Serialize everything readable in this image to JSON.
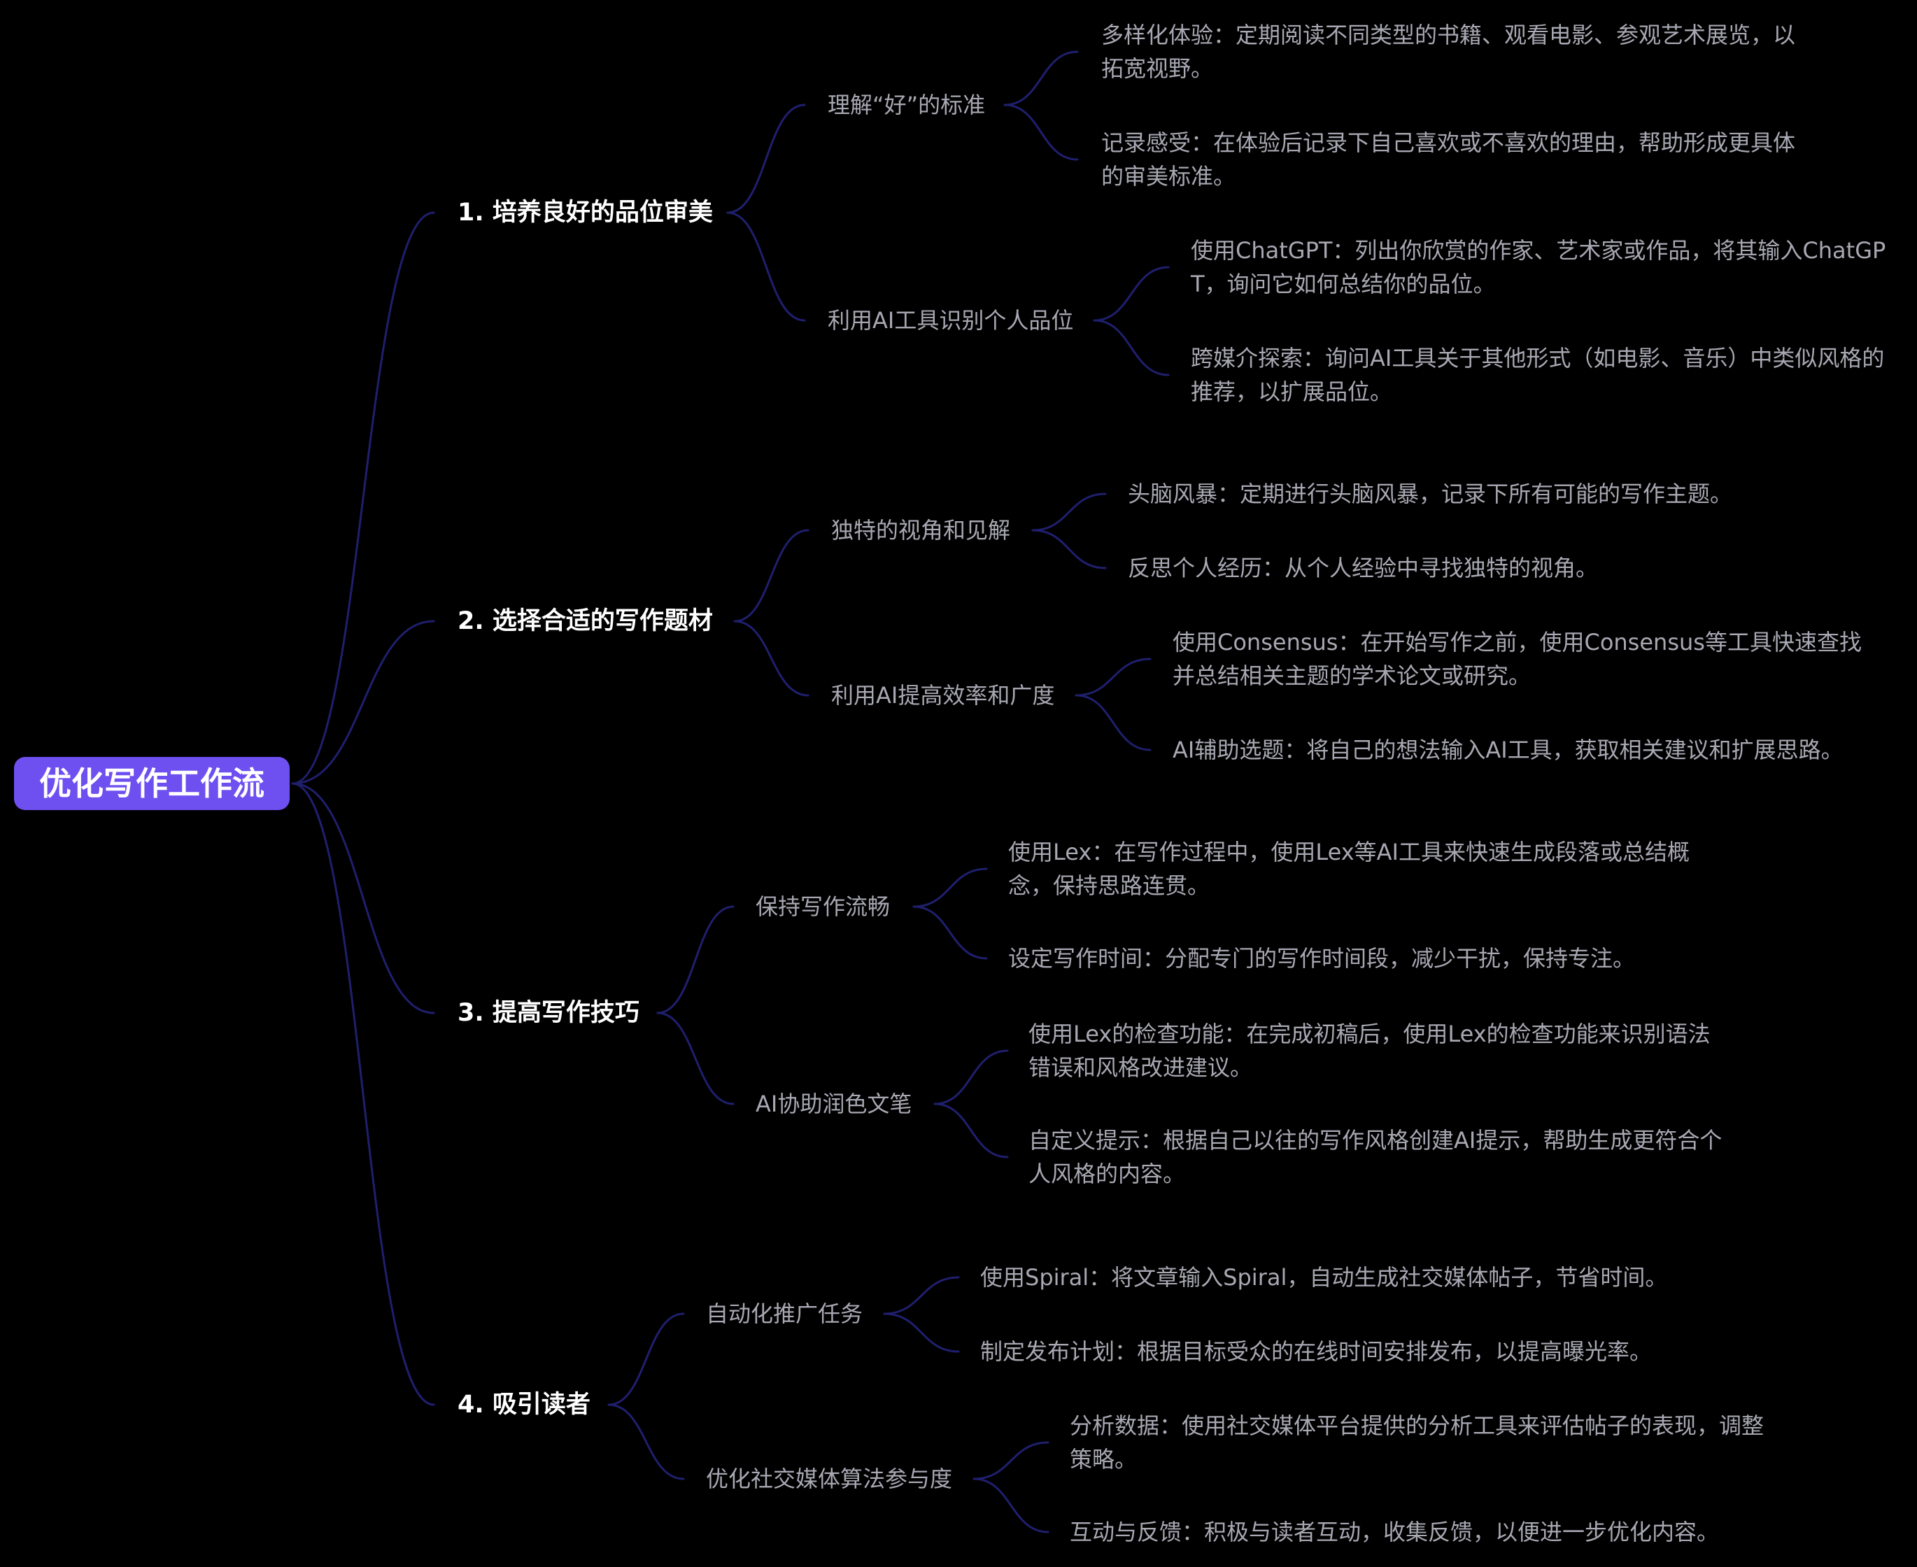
{
  "root": {
    "label": "优化写作工作流"
  },
  "branches": [
    {
      "label": "1. 培养良好的品位审美",
      "children": [
        {
          "label": "理解“好”的标准",
          "leaves": [
            {
              "lines": [
                "多样化体验：定期阅读不同类型的书籍、观看电影、参观艺术展览，以",
                "拓宽视野。"
              ]
            },
            {
              "lines": [
                "记录感受：在体验后记录下自己喜欢或不喜欢的理由，帮助形成更具体",
                "的审美标准。"
              ]
            }
          ]
        },
        {
          "label": "利用AI工具识别个人品位",
          "leaves": [
            {
              "lines": [
                "使用ChatGPT：列出你欣赏的作家、艺术家或作品，将其输入ChatGP",
                "T，询问它如何总结你的品位。"
              ]
            },
            {
              "lines": [
                "跨媒介探索：询问AI工具关于其他形式（如电影、音乐）中类似风格的",
                "推荐，以扩展品位。"
              ]
            }
          ]
        }
      ]
    },
    {
      "label": "2. 选择合适的写作题材",
      "children": [
        {
          "label": "独特的视角和见解",
          "leaves": [
            {
              "lines": [
                "头脑风暴：定期进行头脑风暴，记录下所有可能的写作主题。"
              ]
            },
            {
              "lines": [
                "反思个人经历：从个人经验中寻找独特的视角。"
              ]
            }
          ]
        },
        {
          "label": "利用AI提高效率和广度",
          "leaves": [
            {
              "lines": [
                "使用Consensus：在开始写作之前，使用Consensus等工具快速查找",
                "并总结相关主题的学术论文或研究。"
              ]
            },
            {
              "lines": [
                "AI辅助选题：将自己的想法输入AI工具，获取相关建议和扩展思路。"
              ]
            }
          ]
        }
      ]
    },
    {
      "label": "3. 提高写作技巧",
      "children": [
        {
          "label": "保持写作流畅",
          "leaves": [
            {
              "lines": [
                "使用Lex：在写作过程中，使用Lex等AI工具来快速生成段落或总结概",
                "念，保持思路连贯。"
              ]
            },
            {
              "lines": [
                "设定写作时间：分配专门的写作时间段，减少干扰，保持专注。"
              ]
            }
          ]
        },
        {
          "label": "AI协助润色文笔",
          "leaves": [
            {
              "lines": [
                "使用Lex的检查功能：在完成初稿后，使用Lex的检查功能来识别语法",
                "错误和风格改进建议。"
              ]
            },
            {
              "lines": [
                "自定义提示：根据自己以往的写作风格创建AI提示，帮助生成更符合个",
                "人风格的内容。"
              ]
            }
          ]
        }
      ]
    },
    {
      "label": "4. 吸引读者",
      "children": [
        {
          "label": "自动化推广任务",
          "leaves": [
            {
              "lines": [
                "使用Spiral：将文章输入Spiral，自动生成社交媒体帖子，节省时间。"
              ]
            },
            {
              "lines": [
                "制定发布计划：根据目标受众的在线时间安排发布，以提高曝光率。"
              ]
            }
          ]
        },
        {
          "label": "优化社交媒体算法参与度",
          "leaves": [
            {
              "lines": [
                "分析数据：使用社交媒体平台提供的分析工具来评估帖子的表现，调整",
                "策略。"
              ]
            },
            {
              "lines": [
                "互动与反馈：积极与读者互动，收集反馈，以便进一步优化内容。"
              ]
            }
          ]
        }
      ]
    }
  ]
}
